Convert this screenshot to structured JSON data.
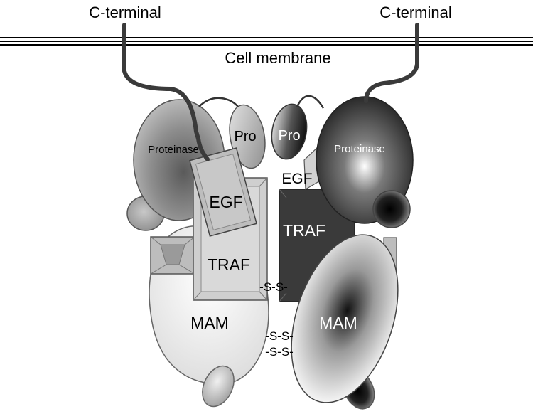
{
  "labels": {
    "c_terminal_left": "C-terminal",
    "c_terminal_right": "C-terminal",
    "cell_membrane": "Cell membrane",
    "proteinase_left": "Proteinase",
    "proteinase_right": "Proteinase",
    "pro_left": "Pro",
    "pro_right": "Pro",
    "egf_left": "EGF",
    "egf_right": "EGF",
    "traf_left": "TRAF",
    "traf_right": "TRAF",
    "mam_left": "MAM",
    "mam_right": "MAM",
    "disulfide_traf": "-S-S-",
    "disulfide_mam_1": "-S-S-",
    "disulfide_mam_2": "-S-S-"
  }
}
